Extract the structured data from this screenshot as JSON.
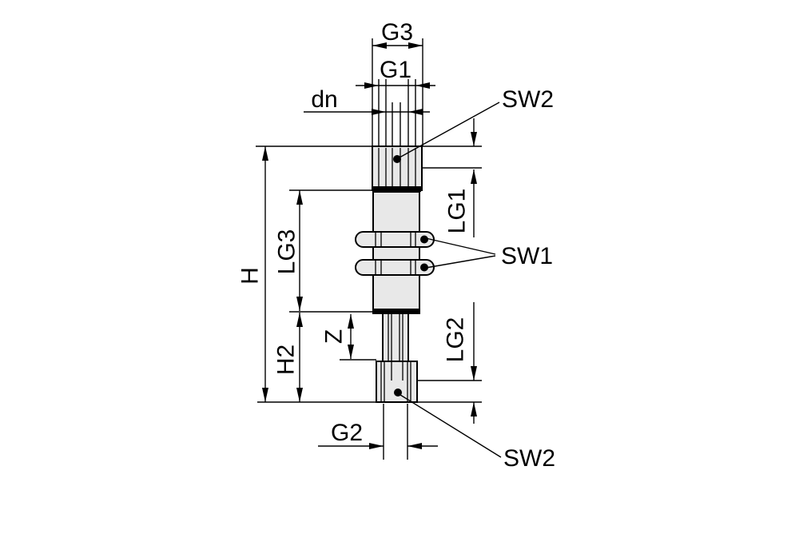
{
  "diagram": {
    "description": "Technical dimension drawing of a threaded fitting, side elevation view",
    "colors": {
      "line": "#000000",
      "fill": "#e8e8e8",
      "background": "#ffffff"
    },
    "labels": {
      "g3": "G3",
      "g1": "G1",
      "dn": "dn",
      "sw2_top": "SW2",
      "lg1": "LG1",
      "h": "H",
      "lg3": "LG3",
      "sw1": "SW1",
      "z": "Z",
      "h2": "H2",
      "lg2": "LG2",
      "g2": "G2",
      "sw2_bottom": "SW2"
    }
  }
}
